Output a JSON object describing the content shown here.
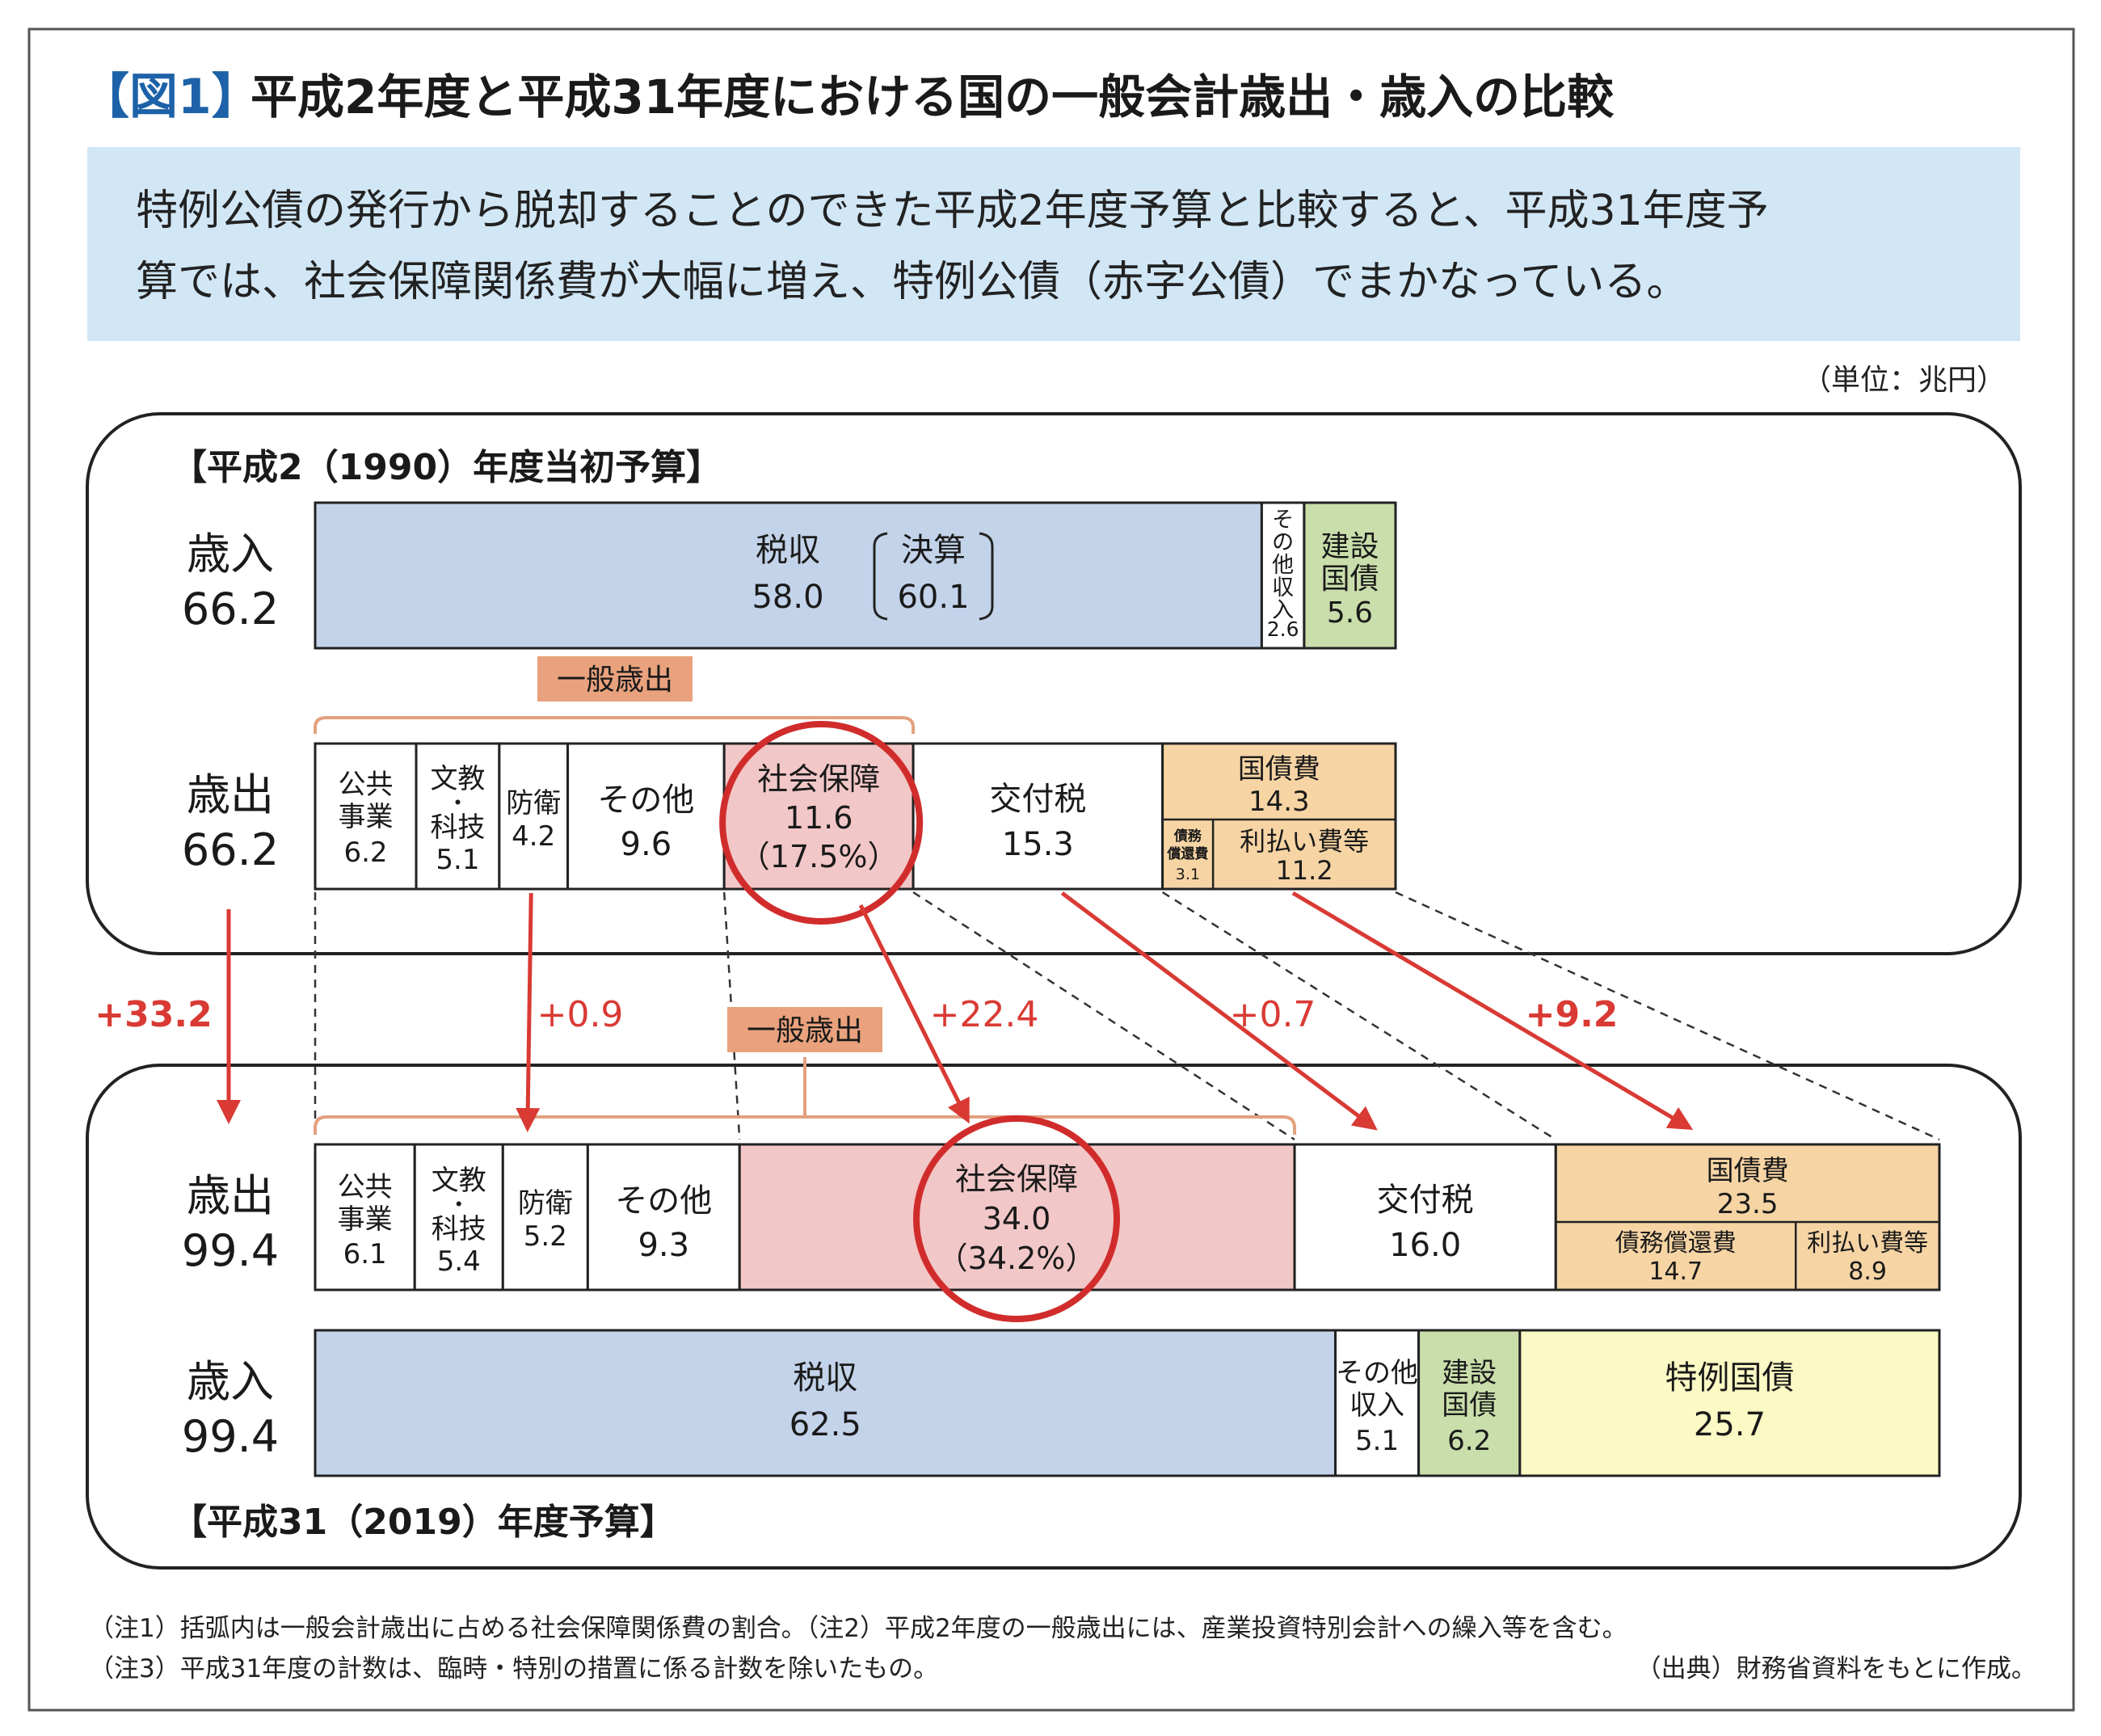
{
  "figure": {
    "label": "【図1】",
    "title": "平成2年度と平成31年度における国の一般会計歳出・歳入の比較",
    "lead_line1": "特例公債の発行から脱却することのできた平成2年度予算と比較すると、平成31年度予",
    "lead_line2": "算では、社会保障関係費が大幅に増え、特例公債（赤字公債）でまかなっている。",
    "unit": "（単位：兆円）",
    "notes": {
      "n1": "（注1）括弧内は一般会計歳出に占める社会保障関係費の割合。（注2）平成2年度の一般歳出には、産業投資特別会計への繰入等を含む。",
      "n3": "（注3）平成31年度の計数は、臨時・特別の措置に係る計数を除いたもの。",
      "source": "（出典）財務省資料をもとに作成。"
    }
  },
  "colors": {
    "tax": "#c3d3ea",
    "construction_bond": "#c9deab",
    "deficit_bond": "#fbf9c4",
    "social_security": "#f2c7c7",
    "debt_service": "#f6d4a4",
    "general_bracket": "#e2a17f",
    "general_label_bg": "#e9a27d",
    "arrow": "#d93a34",
    "highlight_circle": "#d12c2c",
    "info_box": "#d2e7f6",
    "title_accent": "#1d62a8"
  },
  "chart_data": {
    "type": "bar",
    "orientation": "horizontal-stacked",
    "panels": [
      {
        "title": "【平成2（1990）年度当初予算】",
        "revenue": {
          "name": "歳入",
          "total": "66.2",
          "segments": [
            {
              "key": "tax",
              "value": 58.0,
              "label": "税収",
              "value_text": "58.0",
              "note_label": "決算",
              "note_value": "60.1"
            },
            {
              "key": "other_revenue",
              "value": 2.6,
              "label": "その他収入",
              "value_text": "2.6"
            },
            {
              "key": "construction_bond",
              "value": 5.6,
              "label1": "建設",
              "label2": "国債",
              "value_text": "5.6"
            }
          ]
        },
        "expenditure": {
          "name": "歳出",
          "total": "66.2",
          "general_label": "一般歳出",
          "segments": [
            {
              "key": "public_works",
              "value": 6.2,
              "label1": "公共",
              "label2": "事業",
              "value_text": "6.2"
            },
            {
              "key": "education_science",
              "value": 5.1,
              "label1": "文教",
              "label2": "・",
              "label3": "科技",
              "value_text": "5.1"
            },
            {
              "key": "defense",
              "value": 4.2,
              "label": "防衛",
              "value_text": "4.2"
            },
            {
              "key": "other",
              "value": 9.6,
              "label": "その他",
              "value_text": "9.6"
            },
            {
              "key": "social_security",
              "value": 11.6,
              "label": "社会保障",
              "value_text": "11.6",
              "share_text": "（17.5%）"
            },
            {
              "key": "local_allocation_tax",
              "value": 15.3,
              "label": "交付税",
              "value_text": "15.3"
            },
            {
              "key": "debt_service",
              "value": 14.3,
              "label": "国債費",
              "value_text": "14.3",
              "sub": [
                {
                  "key": "redemption",
                  "value": 3.1,
                  "label1": "債務",
                  "label2": "償還費",
                  "value_text": "3.1"
                },
                {
                  "key": "interest",
                  "value": 11.2,
                  "label": "利払い費等",
                  "value_text": "11.2"
                }
              ]
            }
          ]
        }
      },
      {
        "title": "【平成31（2019）年度予算】",
        "expenditure": {
          "name": "歳出",
          "total": "99.4",
          "general_label": "一般歳出",
          "segments": [
            {
              "key": "public_works",
              "value": 6.1,
              "label1": "公共",
              "label2": "事業",
              "value_text": "6.1"
            },
            {
              "key": "education_science",
              "value": 5.4,
              "label1": "文教",
              "label2": "・",
              "label3": "科技",
              "value_text": "5.4"
            },
            {
              "key": "defense",
              "value": 5.2,
              "label": "防衛",
              "value_text": "5.2"
            },
            {
              "key": "other",
              "value": 9.3,
              "label": "その他",
              "value_text": "9.3"
            },
            {
              "key": "social_security",
              "value": 34.0,
              "label": "社会保障",
              "value_text": "34.0",
              "share_text": "（34.2%）"
            },
            {
              "key": "local_allocation_tax",
              "value": 16.0,
              "label": "交付税",
              "value_text": "16.0"
            },
            {
              "key": "debt_service",
              "value": 23.5,
              "label": "国債費",
              "value_text": "23.5",
              "sub": [
                {
                  "key": "redemption",
                  "value": 14.7,
                  "label": "債務償還費",
                  "value_text": "14.7"
                },
                {
                  "key": "interest",
                  "value": 8.9,
                  "label": "利払い費等",
                  "value_text": "8.9"
                }
              ]
            }
          ]
        },
        "revenue": {
          "name": "歳入",
          "total": "99.4",
          "segments": [
            {
              "key": "tax",
              "value": 62.5,
              "label": "税収",
              "value_text": "62.5"
            },
            {
              "key": "other_revenue",
              "value": 5.1,
              "label1": "その他",
              "label2": "収入",
              "value_text": "5.1"
            },
            {
              "key": "construction_bond",
              "value": 6.2,
              "label1": "建設",
              "label2": "国債",
              "value_text": "6.2"
            },
            {
              "key": "deficit_bond",
              "value": 25.7,
              "label": "特例国債",
              "value_text": "25.7"
            }
          ]
        }
      }
    ],
    "changes": [
      {
        "from": "expenditure_total",
        "text": "+33.2",
        "value": 33.2
      },
      {
        "from": "defense",
        "text": "+0.9",
        "value": 0.9
      },
      {
        "from": "social_security",
        "text": "+22.4",
        "value": 22.4
      },
      {
        "from": "local_allocation_tax",
        "text": "+0.7",
        "value": 0.7
      },
      {
        "from": "debt_service",
        "text": "+9.2",
        "value": 9.2
      }
    ]
  }
}
